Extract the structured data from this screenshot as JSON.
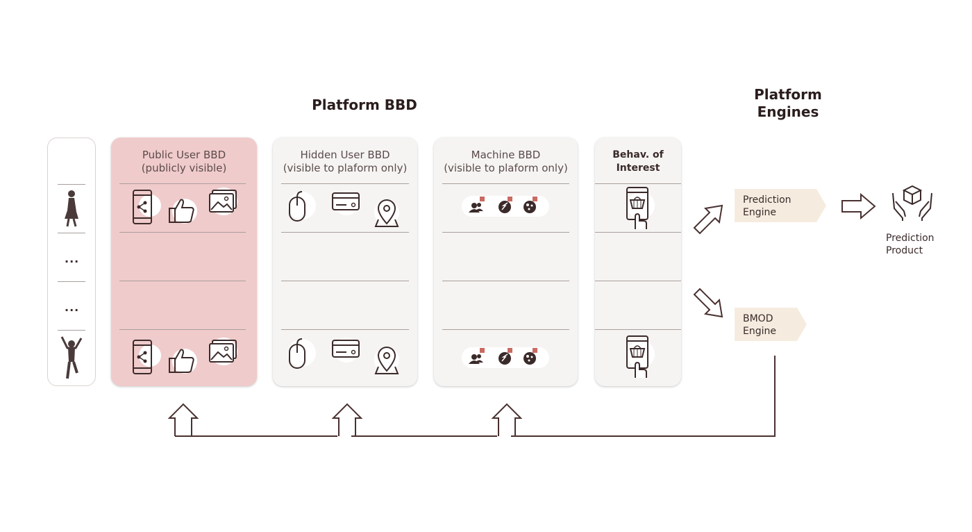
{
  "titles": {
    "platform_bbd": "Platform BBD",
    "platform_engines_line1": "Platform",
    "platform_engines_line2": "Engines"
  },
  "users_column": {
    "ellipsis_1": "...",
    "ellipsis_2": "..."
  },
  "panels": {
    "public": {
      "line1": "Public User BBD",
      "line2": "(publicly visible)"
    },
    "hidden": {
      "line1": "Hidden User BBD",
      "line2": "(visible to plaform only)"
    },
    "machine": {
      "line1": "Machine BBD",
      "line2": "(visible to plaform only)"
    },
    "behav": {
      "line1": "Behav. of",
      "line2": "Interest"
    }
  },
  "engines": {
    "prediction": {
      "line1": "Prediction",
      "line2": "Engine"
    },
    "bmod": {
      "line1": "BMOD",
      "line2": "Engine"
    }
  },
  "product": {
    "line1": "Prediction",
    "line2": "Product"
  },
  "colors": {
    "public_panel": "#f0cbcb",
    "panel": "#f5f4f2",
    "engine_box": "#f5ecdf",
    "line": "#4a3030",
    "badge": "#c96a63"
  }
}
